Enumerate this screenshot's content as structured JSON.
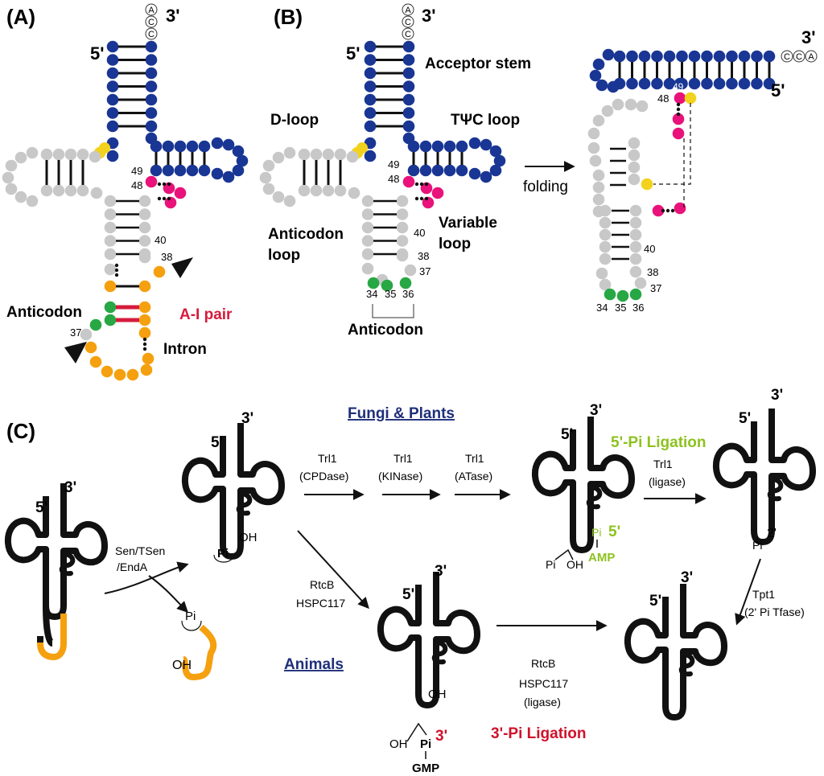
{
  "colors": {
    "stem_blue": "#1a3694",
    "loop_gray": "#c8c8c8",
    "modified_yellow": "#f2d21c",
    "variable_pink": "#e8127a",
    "anticodon_green": "#28a745",
    "intron_orange": "#f5a00f",
    "ai_pair_red": "#d61b3c",
    "heading_navy": "#1f2f7a",
    "ligation5_green": "#8dc21f",
    "ligation3_red": "#d0112b"
  },
  "panel_a": {
    "label": "(A)",
    "end5": "5'",
    "end3": "3'",
    "cca": [
      "A",
      "C",
      "C"
    ],
    "num_49": "49",
    "num_48": "48",
    "num_40": "40",
    "num_38": "38",
    "num_37": "37",
    "anticodon": "Anticodon",
    "ai_pair": "A-I pair",
    "intron": "Intron"
  },
  "panel_b": {
    "label": "(B)",
    "end5": "5'",
    "end3": "3'",
    "cca": [
      "A",
      "C",
      "C"
    ],
    "acceptor_stem": "Acceptor stem",
    "d_loop": "D-loop",
    "tpsic_loop": "TΨC loop",
    "variable_loop_1": "Variable",
    "variable_loop_2": "loop",
    "anticodon_loop_1": "Anticodon",
    "anticodon_loop_2": "loop",
    "anticodon": "Anticodon",
    "num_49": "49",
    "num_48": "48",
    "num_40": "40",
    "num_38": "38",
    "num_37": "37",
    "num_34": "34",
    "num_35": "35",
    "num_36": "36",
    "folding": "folding",
    "folded_end3": "3'",
    "folded_end5": "5'",
    "folded_cca": [
      "C",
      "C",
      "A"
    ],
    "folded_49": "49",
    "folded_48": "48",
    "folded_40": "40",
    "folded_38": "38",
    "folded_37": "37",
    "folded_34": "34",
    "folded_35": "35",
    "folded_36": "36"
  },
  "panel_c": {
    "label": "(C)",
    "fungi_plants": "Fungi & Plants",
    "animals": "Animals",
    "pre_end3": "3'",
    "pre_end5": "5'",
    "split_enzyme_1": "Sen/TSen",
    "split_enzyme_2": "/EndA",
    "half_end3": "3'",
    "half_end5": "5'",
    "half_oh": "OH",
    "half_pi": "Pi",
    "intron_pi": "Pi",
    "intron_oh": "OH",
    "trl1_a": "Trl1",
    "trl1_a_sub": "(CPDase)",
    "trl1_b": "Trl1",
    "trl1_b_sub": "(KINase)",
    "trl1_c": "Trl1",
    "trl1_c_sub": "(ATase)",
    "fp_end3": "3'",
    "fp_end5": "5'",
    "fp_pi": "Pi",
    "fp_5": "5'",
    "fp_amp": "AMP",
    "fp_pi2": "Pi",
    "fp_oh": "OH",
    "ligation5": "5'-Pi Ligation",
    "trl1_d": "Trl1",
    "trl1_d_sub": "(ligase)",
    "lig_end3": "3'",
    "lig_end5": "5'",
    "lig_pi": "Pi",
    "lig_2": "2'",
    "tpt1": "Tpt1",
    "tpt1_sub": "(2' Pi Tfase)",
    "rtcb_1": "RtcB",
    "hspc_1": "HSPC117",
    "an_end3": "3'",
    "an_end5": "5'",
    "an_oh": "OH",
    "an_oh2": "OH",
    "an_pi": "Pi",
    "an_3": "3'",
    "an_gmp": "GMP",
    "rtcb_2": "RtcB",
    "hspc_2": "HSPC117",
    "ligase_2": "(ligase)",
    "ligation3": "3'-Pi Ligation",
    "final_end3": "3'",
    "final_end5": "5'"
  }
}
